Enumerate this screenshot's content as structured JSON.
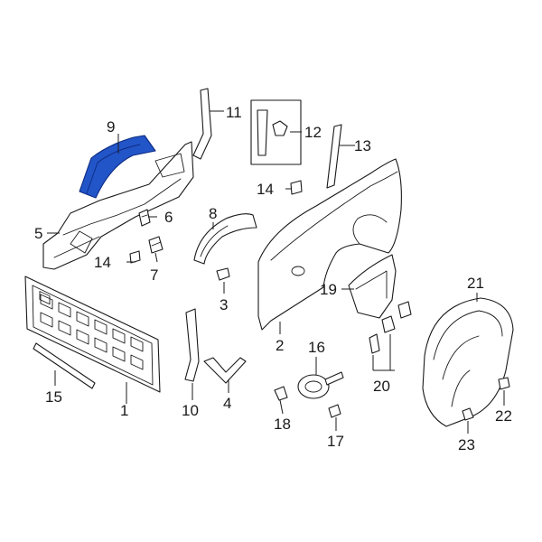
{
  "diagram": {
    "highlight_color": "#2255c8",
    "callouts": [
      {
        "id": "c1",
        "text": "1"
      },
      {
        "id": "c2",
        "text": "2"
      },
      {
        "id": "c3",
        "text": "3"
      },
      {
        "id": "c4",
        "text": "4"
      },
      {
        "id": "c5",
        "text": "5"
      },
      {
        "id": "c6",
        "text": "6"
      },
      {
        "id": "c7",
        "text": "7"
      },
      {
        "id": "c8",
        "text": "8"
      },
      {
        "id": "c9",
        "text": "9"
      },
      {
        "id": "c10",
        "text": "10"
      },
      {
        "id": "c11",
        "text": "11"
      },
      {
        "id": "c12",
        "text": "12"
      },
      {
        "id": "c13",
        "text": "13"
      },
      {
        "id": "c14a",
        "text": "14"
      },
      {
        "id": "c14b",
        "text": "14"
      },
      {
        "id": "c15",
        "text": "15"
      },
      {
        "id": "c16",
        "text": "16"
      },
      {
        "id": "c17",
        "text": "17"
      },
      {
        "id": "c18",
        "text": "18"
      },
      {
        "id": "c19",
        "text": "19"
      },
      {
        "id": "c20",
        "text": "20"
      },
      {
        "id": "c21",
        "text": "21"
      },
      {
        "id": "c22",
        "text": "22"
      },
      {
        "id": "c23",
        "text": "23"
      }
    ]
  }
}
